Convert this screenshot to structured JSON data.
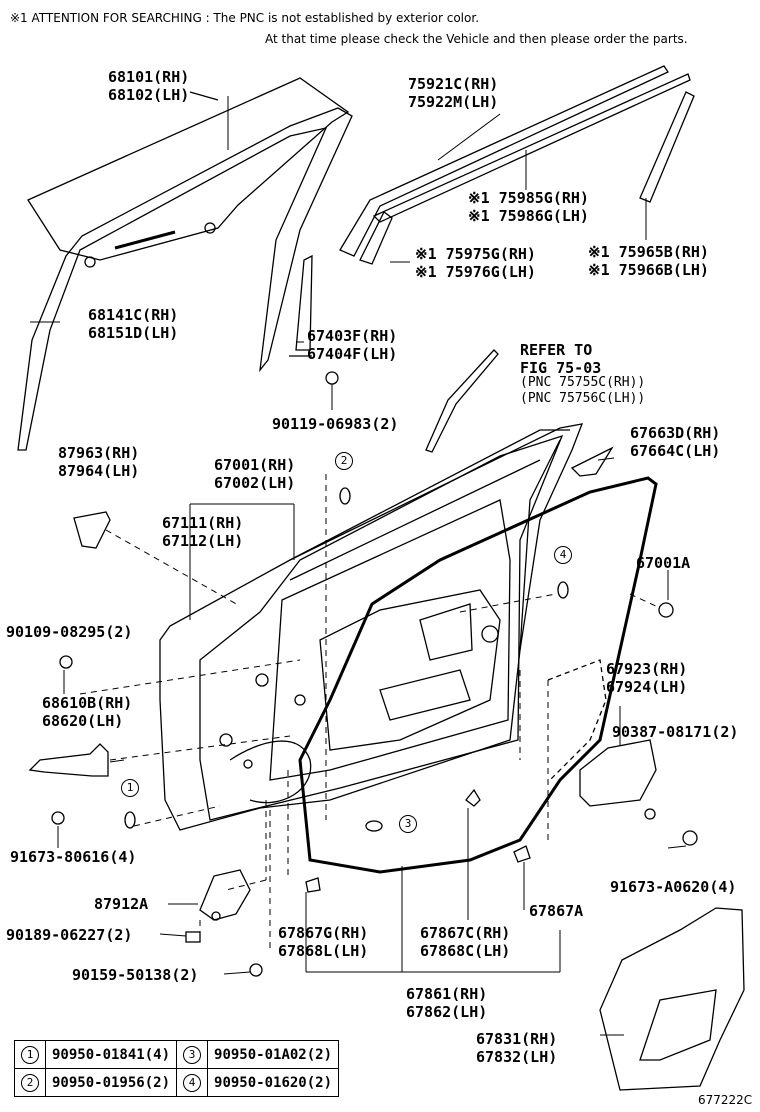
{
  "notes": {
    "line1": "※1  ATTENTION FOR SEARCHING : The PNC is not established by exterior color.",
    "line2": "At that time please check the Vehicle and then please order the parts."
  },
  "labels": {
    "glass": [
      "68101(RH)",
      "68102(LH)"
    ],
    "outer_moulding": [
      "75921C(RH)",
      "75922M(LH)"
    ],
    "moulding_985": [
      "※1 75985G(RH)",
      "※1 75986G(LH)"
    ],
    "moulding_975": [
      "※1 75975G(RH)",
      "※1 75976G(LH)"
    ],
    "moulding_965": [
      "※1 75965B(RH)",
      "※1 75966B(LH)"
    ],
    "run_channel": [
      "68141C(RH)",
      "68151D(LH)"
    ],
    "division_bar": [
      "67403F(RH)",
      "67404F(LH)"
    ],
    "bolt_90119": "90119-06983(2)",
    "refer": [
      "REFER TO",
      "FIG 75-03"
    ],
    "refer_pnc": [
      "(PNC 75755C(RH))",
      "(PNC 75756C(LH))"
    ],
    "cover_87963": [
      "87963(RH)",
      "87964(LH)"
    ],
    "door_panel": [
      "67001(RH)",
      "67002(LH)"
    ],
    "cover_67663": [
      "67663D(RH)",
      "67664C(LH)"
    ],
    "reinforce": [
      "67111(RH)",
      "67112(LH)"
    ],
    "part_67001A": "67001A",
    "bolt_90109": "90109-08295(2)",
    "check_assy": [
      "68610B(RH)",
      "68620(LH)"
    ],
    "weatherstrip_67923": [
      "67923(RH)",
      "67924(LH)"
    ],
    "clip_90387": "90387-08171(2)",
    "bolt_91673_806": "91673-80616(4)",
    "bolt_91673_a06": "91673-A0620(4)",
    "part_87912A": "87912A",
    "part_67867A": "67867A",
    "clip_90189": "90189-06227(2)",
    "clip_67867g": [
      "67867G(RH)",
      "67868L(LH)"
    ],
    "clip_67867c": [
      "67867C(RH)",
      "67868C(LH)"
    ],
    "bolt_90159": "90159-50138(2)",
    "weatherstrip_67861": [
      "67861(RH)",
      "67862(LH)"
    ],
    "cover_67831": [
      "67831(RH)",
      "67832(LH)"
    ]
  },
  "circles": {
    "c1": "1",
    "c2": "2",
    "c3": "3",
    "c4": "4"
  },
  "legend": [
    {
      "n1": "1",
      "p1": "90950-01841(4)",
      "n2": "3",
      "p2": "90950-01A02(2)"
    },
    {
      "n1": "2",
      "p1": "90950-01956(2)",
      "n2": "4",
      "p2": "90950-01620(2)"
    }
  ],
  "figure_code": "677222C"
}
